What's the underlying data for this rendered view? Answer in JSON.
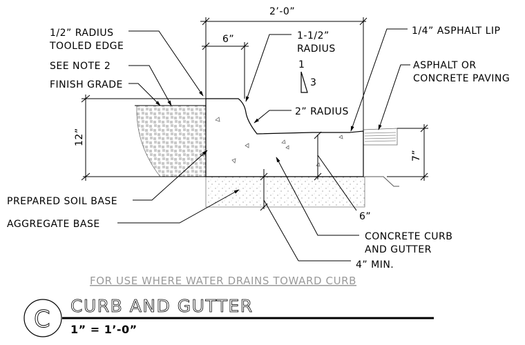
{
  "dimensions": {
    "overall_width": "2’-0”",
    "top_width": "6”",
    "curb_height": "12”",
    "gutter_depth": "7”",
    "gutter_lip": "6”",
    "aggregate_min": "4” MIN."
  },
  "callouts": {
    "tooled_edge_line1": "1/2” RADIUS",
    "tooled_edge_line2": "TOOLED EDGE",
    "see_note": "SEE NOTE 2",
    "finish_grade": "FINISH GRADE",
    "radius_15_line1": "1-1/2”",
    "radius_15_line2": "RADIUS",
    "slope_rise": "1",
    "slope_run": "3",
    "radius_2": "2” RADIUS",
    "asphalt_lip": "1/4” ASPHALT LIP",
    "paving_line1": "ASPHALT OR",
    "paving_line2": "CONCRETE PAVING",
    "prepared_soil": "PREPARED SOIL BASE",
    "aggregate_base": "AGGREGATE BASE",
    "curb_gutter_line1": "CONCRETE CURB",
    "curb_gutter_line2": "AND GUTTER"
  },
  "note": "FOR USE WHERE WATER DRAINS TOWARD CURB",
  "title_block": {
    "detail_id": "C",
    "title": "CURB AND GUTTER",
    "scale": "1” = 1’-0”"
  }
}
